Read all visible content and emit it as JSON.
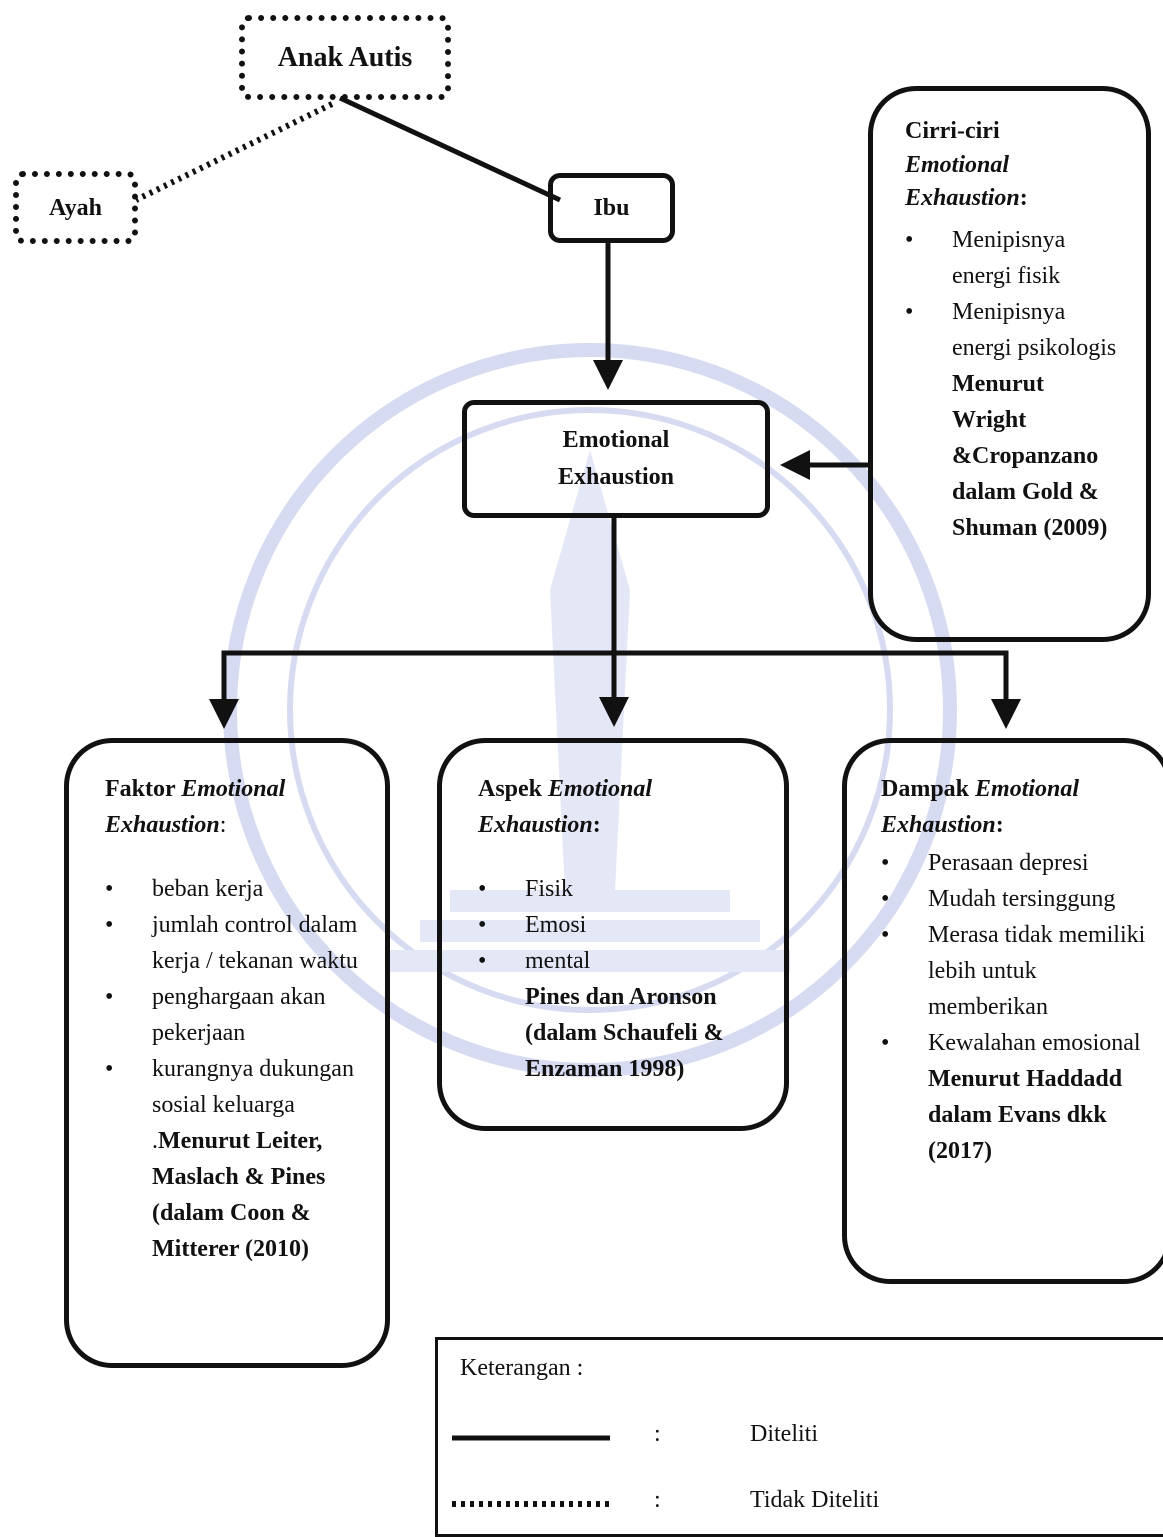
{
  "nodes": {
    "anak_autis": "Anak Autis",
    "ayah": "Ayah",
    "ibu": "Ibu",
    "emotional_exhaustion": {
      "line1": "Emotional",
      "line2": "Exhaustion"
    }
  },
  "ciri": {
    "title_1": "Cirri-ciri",
    "title_2": "Emotional",
    "title_3": "Exhaustion",
    "title_colon": ":",
    "items": [
      "Menipisnya energi fisik",
      "Menipisnya energi psikologis"
    ],
    "citation": "Menurut Wright &Cropanzano dalam Gold & Shuman (2009)"
  },
  "faktor": {
    "title_plain": "Faktor ",
    "title_italic": "Emotional Exhaustion",
    "title_colon": ":",
    "items": [
      "beban kerja",
      "jumlah  control dalam kerja / tekanan waktu",
      "penghargaan akan pekerjaan",
      "kurangnya dukungan sosial keluarga"
    ],
    "citation_prefix": ".",
    "citation": "Menurut Leiter, Maslach &  Pines (dalam Coon & Mitterer (2010)"
  },
  "aspek": {
    "title_plain": "Aspek ",
    "title_italic": "Emotional Exhaustion",
    "title_colon": ":",
    "items": [
      "Fisik",
      "Emosi",
      "mental"
    ],
    "citation": "Pines dan Aronson (dalam Schaufeli & Enzaman 1998)"
  },
  "dampak": {
    "title_plain": "Dampak ",
    "title_italic": "Emotional Exhaustion",
    "title_colon": ":",
    "items": [
      "Perasaan depresi",
      "Mudah tersinggung",
      "Merasa tidak memiliki lebih untuk memberikan",
      "Kewalahan emosional"
    ],
    "citation": "Menurut Haddadd dalam Evans dkk (2017)"
  },
  "legend": {
    "title": "Keterangan :",
    "rows": [
      {
        "colon": ":",
        "label": "Diteliti"
      },
      {
        "colon": ":",
        "label": "Tidak Diteliti"
      }
    ]
  }
}
